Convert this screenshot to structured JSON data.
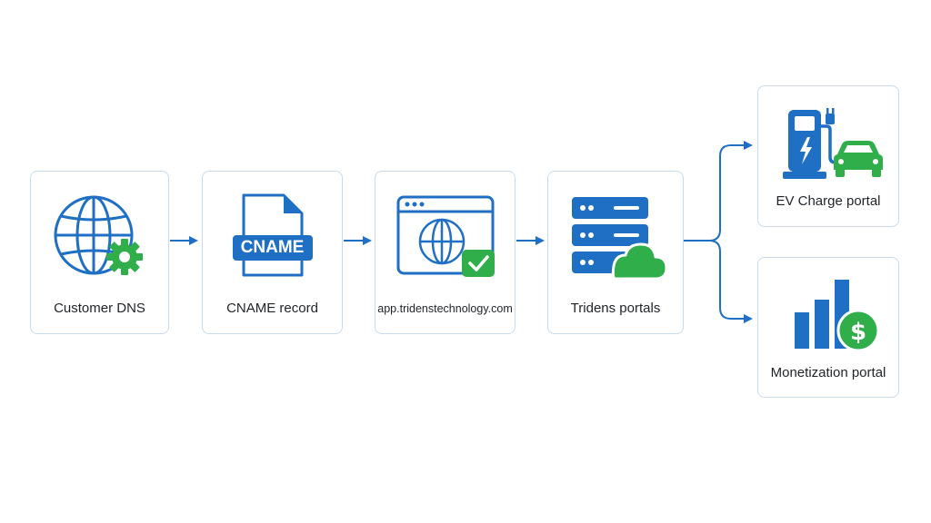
{
  "nodes": {
    "customer_dns": {
      "label": "Customer DNS",
      "icon": "globe-gear-icon"
    },
    "cname_record": {
      "label": "CNAME record",
      "icon": "cname-file-icon",
      "badge": "CNAME"
    },
    "app_domain": {
      "label": "app.tridenstechnology.com",
      "icon": "browser-globe-check-icon"
    },
    "tridens_portals": {
      "label": "Tridens portals",
      "icon": "server-cloud-icon"
    },
    "ev_charge_portal": {
      "label": "EV Charge portal",
      "icon": "ev-charger-car-icon"
    },
    "monetization_portal": {
      "label": "Monetization portal",
      "icon": "bar-chart-dollar-icon"
    }
  },
  "colors": {
    "primary_blue": "#1f6fc5",
    "accent_green": "#2fae4a",
    "border": "#c9dbea"
  }
}
